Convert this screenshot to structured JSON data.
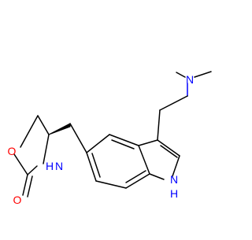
{
  "molecule": {
    "atom_labels": {
      "amine_nitrogen": "N",
      "indole_nitrogen": "H",
      "indole_nh_label": "NH",
      "indole_h": "H",
      "indole_n": "N",
      "oxazolidinone_ring_oxygen": "O",
      "oxazolidinone_nitrogen_h": "H",
      "oxazolidinone_nitrogen_n": "N",
      "carbonyl_oxygen": "O"
    },
    "colors": {
      "bond": "#000000",
      "nitrogen": "#0000ff",
      "oxygen": "#ff0000"
    }
  }
}
